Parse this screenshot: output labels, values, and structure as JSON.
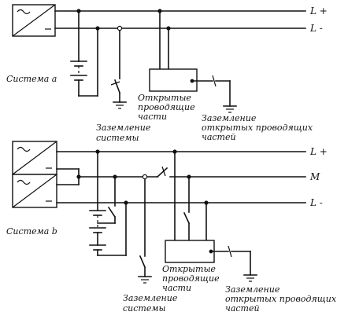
{
  "system_a": {
    "name": "Система a",
    "rail_plus": "L +",
    "rail_minus": "L -",
    "exposed_parts": [
      "Открытые",
      "проводящие",
      "части"
    ],
    "system_earthing": [
      "Заземление",
      "системы"
    ],
    "parts_earthing": [
      "Заземление",
      "открытых проводящих",
      "частей"
    ]
  },
  "system_b": {
    "name": "Система b",
    "rail_plus": "L +",
    "rail_mid": "M",
    "rail_minus": "L -",
    "exposed_parts": [
      "Открытые",
      "проводящие",
      "части"
    ],
    "system_earthing": [
      "Заземление",
      "системы"
    ],
    "parts_earthing": [
      "Заземление",
      "открытых проводящих",
      "частей"
    ]
  }
}
